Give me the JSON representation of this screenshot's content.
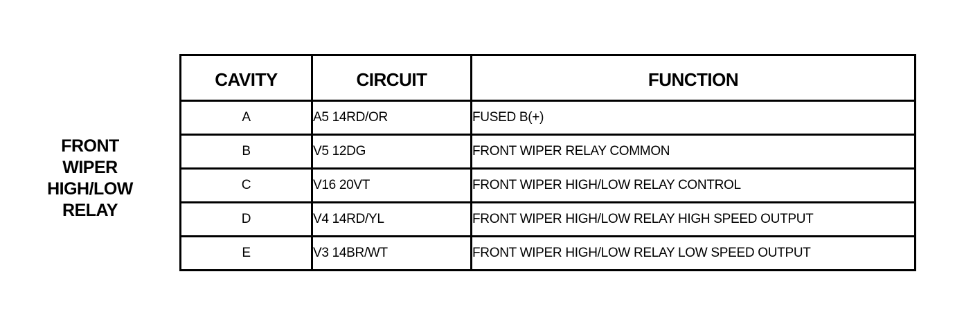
{
  "component_label": [
    "FRONT",
    "WIPER",
    "HIGH/LOW",
    "RELAY"
  ],
  "table": {
    "headers": {
      "cavity": "CAVITY",
      "circuit": "CIRCUIT",
      "function": "FUNCTION"
    },
    "rows": [
      {
        "cavity": "A",
        "circuit": "A5 14RD/OR",
        "function": "FUSED B(+)"
      },
      {
        "cavity": "B",
        "circuit": "V5 12DG",
        "function": "FRONT WIPER RELAY COMMON"
      },
      {
        "cavity": "C",
        "circuit": "V16 20VT",
        "function": "FRONT WIPER HIGH/LOW RELAY CONTROL"
      },
      {
        "cavity": "D",
        "circuit": "V4 14RD/YL",
        "function": "FRONT WIPER HIGH/LOW RELAY HIGH SPEED OUTPUT"
      },
      {
        "cavity": "E",
        "circuit": "V3 14BR/WT",
        "function": "FRONT WIPER HIGH/LOW RELAY LOW SPEED OUTPUT"
      }
    ]
  }
}
